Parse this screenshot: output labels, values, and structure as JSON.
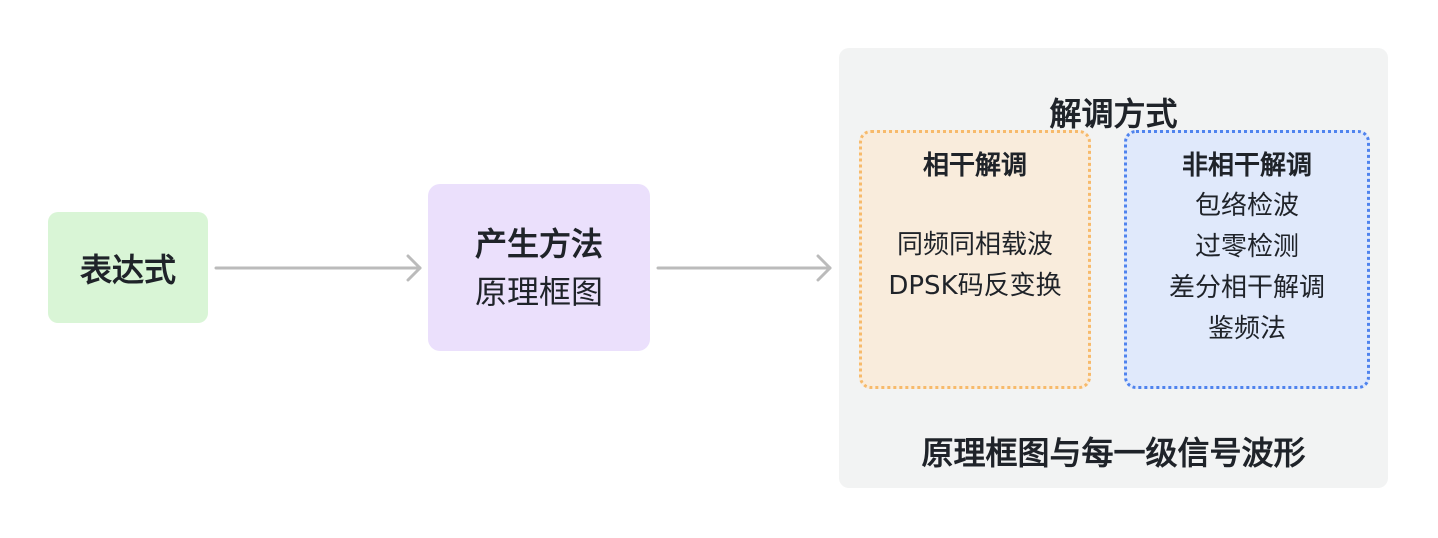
{
  "expression": {
    "label": "表达式"
  },
  "generation": {
    "title": "产生方法",
    "subtitle": "原理框图"
  },
  "demodulation": {
    "title": "解调方式",
    "footer": "原理框图与每一级信号波形",
    "coherent": {
      "title": "相干解调",
      "items": [
        "同频同相载波",
        "DPSK码反变换"
      ]
    },
    "noncoherent": {
      "title": "非相干解调",
      "items": [
        "包络检波",
        "过零检测",
        "差分相干解调",
        "鉴频法"
      ]
    }
  },
  "colors": {
    "expression_fill": "#d9f5d6",
    "generation_fill": "#ebe0fc",
    "panel_fill": "#f2f3f3",
    "coherent_fill": "#f9ecdc",
    "coherent_border": "#f7ba6b",
    "noncoherent_fill": "#e0e9fb",
    "noncoherent_border": "#4f83ee",
    "arrow": "#bbbbbb"
  }
}
